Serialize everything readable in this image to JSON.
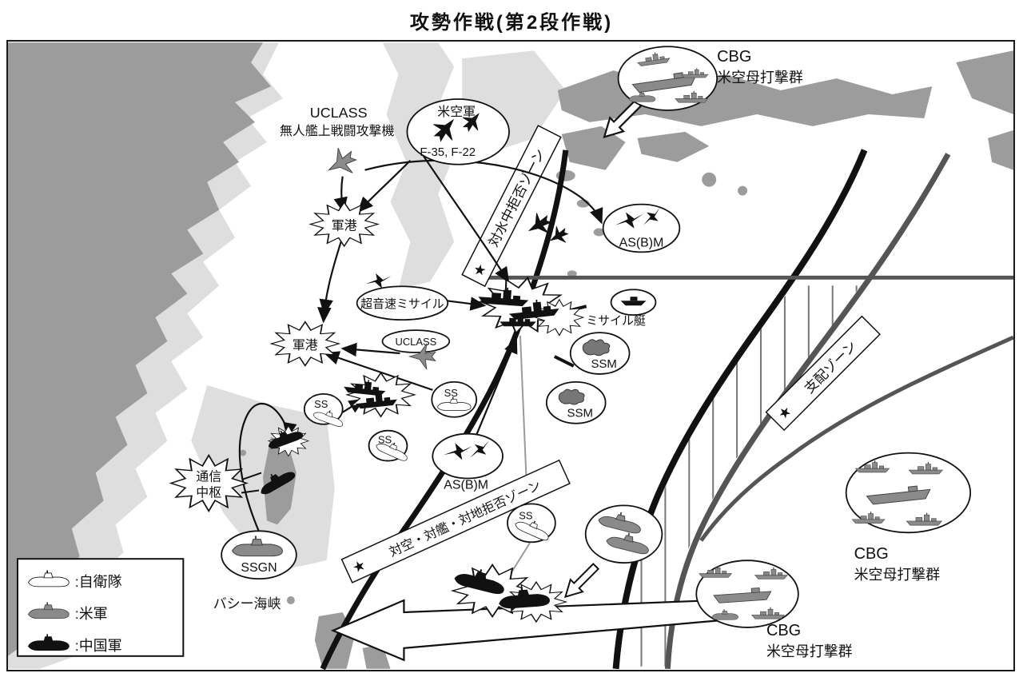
{
  "title": "攻勢作戦(第2段作戦)",
  "zones": {
    "star": "★",
    "underwater": "対水中拒否ゾーン",
    "tri_denial": "対空・対艦・対地拒否ゾーン",
    "control": "支配ゾーン"
  },
  "units": {
    "cbg": "CBG",
    "cbg_desc": "米空母打撃群",
    "uclass": "UCLASS",
    "uclass_desc": "無人艦上戦闘攻撃機",
    "usaf": "米空軍",
    "usaf_planes": "F-35, F-22",
    "asbm": "AS(B)M",
    "port": "軍港",
    "hypersonic_missile": "超音速ミサイル",
    "missile_boat": "ミサイル艇",
    "ssm": "SSM",
    "ss": "SS",
    "comm1": "通信",
    "comm2": "中枢",
    "ssgn": "SSGN",
    "bashi_channel": "バシー海峡"
  },
  "legend": {
    "jsdf": ":自衛隊",
    "us": ":米軍",
    "china": ":中国軍"
  },
  "colors": {
    "land": "#9c9c9c",
    "shallow_water": "#dedede",
    "jsdf_unit": "#ffffff",
    "us_unit": "#8a8a8a",
    "china_unit": "#111111",
    "boundary_black": "#111111",
    "boundary_gray": "#555555"
  }
}
